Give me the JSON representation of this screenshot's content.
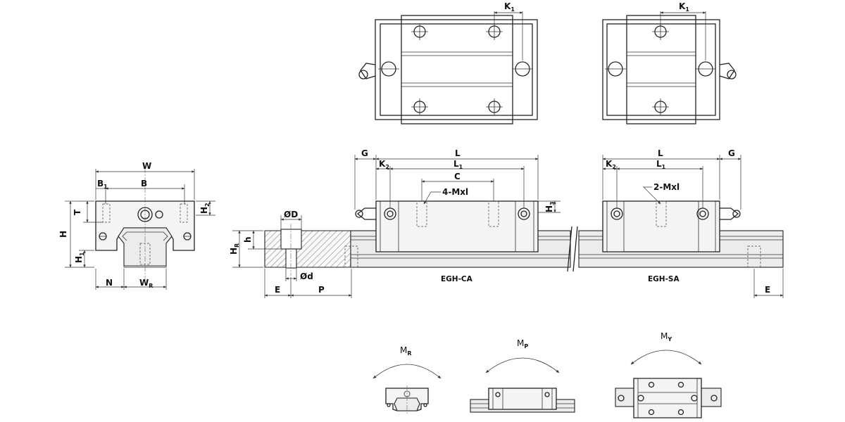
{
  "labels": {
    "K1": "K",
    "K1_sub": "1",
    "W": "W",
    "B": "B",
    "B1": "B",
    "B1_sub": "1",
    "T": "T",
    "H": "H",
    "H1": "H",
    "H1_sub": "1",
    "H2": "H",
    "H2_sub": "2",
    "H3": "H",
    "H3_sub": "3",
    "HR": "H",
    "HR_sub": "R",
    "h": "h",
    "N": "N",
    "WR": "W",
    "WR_sub": "R",
    "G": "G",
    "L": "L",
    "L1": "L",
    "L1_sub": "1",
    "K2": "K",
    "K2_sub": "2",
    "C": "C",
    "mxl_4": "4-Mxl",
    "mxl_2": "2-Mxl",
    "OD": "ØD",
    "od": "Ød",
    "E": "E",
    "P": "P"
  },
  "captions": {
    "ca": "EGH-CA",
    "sa": "EGH-SA"
  },
  "moments": {
    "MR": "M",
    "MR_sub": "R",
    "MP": "M",
    "MP_sub": "P",
    "MY": "M",
    "MY_sub": "Y"
  },
  "colors": {
    "line": "#222222",
    "background": "#ffffff"
  }
}
